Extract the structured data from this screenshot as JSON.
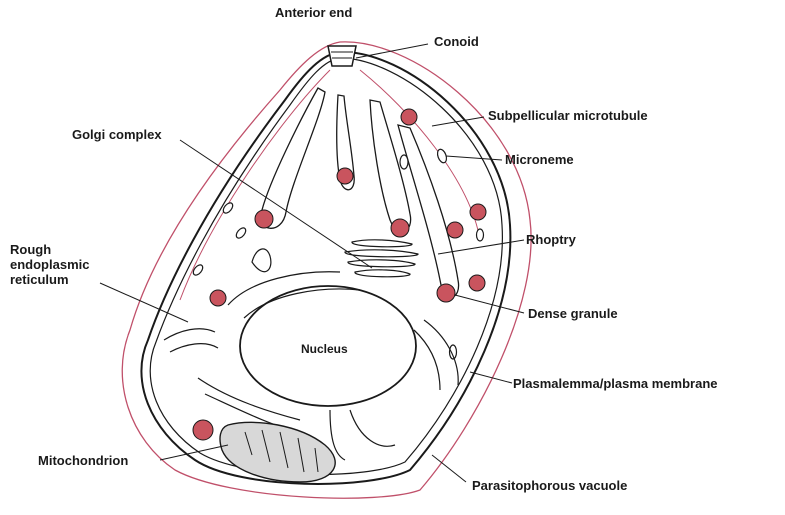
{
  "title": "Anterior end",
  "labels": {
    "conoid": "Conoid",
    "subpellicular_microtubule": "Subpellicular microtubule",
    "microneme": "Microneme",
    "golgi_complex": "Golgi complex",
    "rhoptry": "Rhoptry",
    "rough_er": "Rough\nendoplasmic\nreticulum",
    "dense_granule": "Dense granule",
    "nucleus": "Nucleus",
    "plasmalemma": "Plasmalemma/plasma membrane",
    "mitochondrion": "Mitochondrion",
    "parasitophorous_vacuole": "Parasitophorous vacuole"
  },
  "colors": {
    "outline": "#1a1a1a",
    "outer_membrane": "#c0506a",
    "granule_fill": "#c9545e",
    "mitochondrion_fill": "#d8d8d8"
  }
}
